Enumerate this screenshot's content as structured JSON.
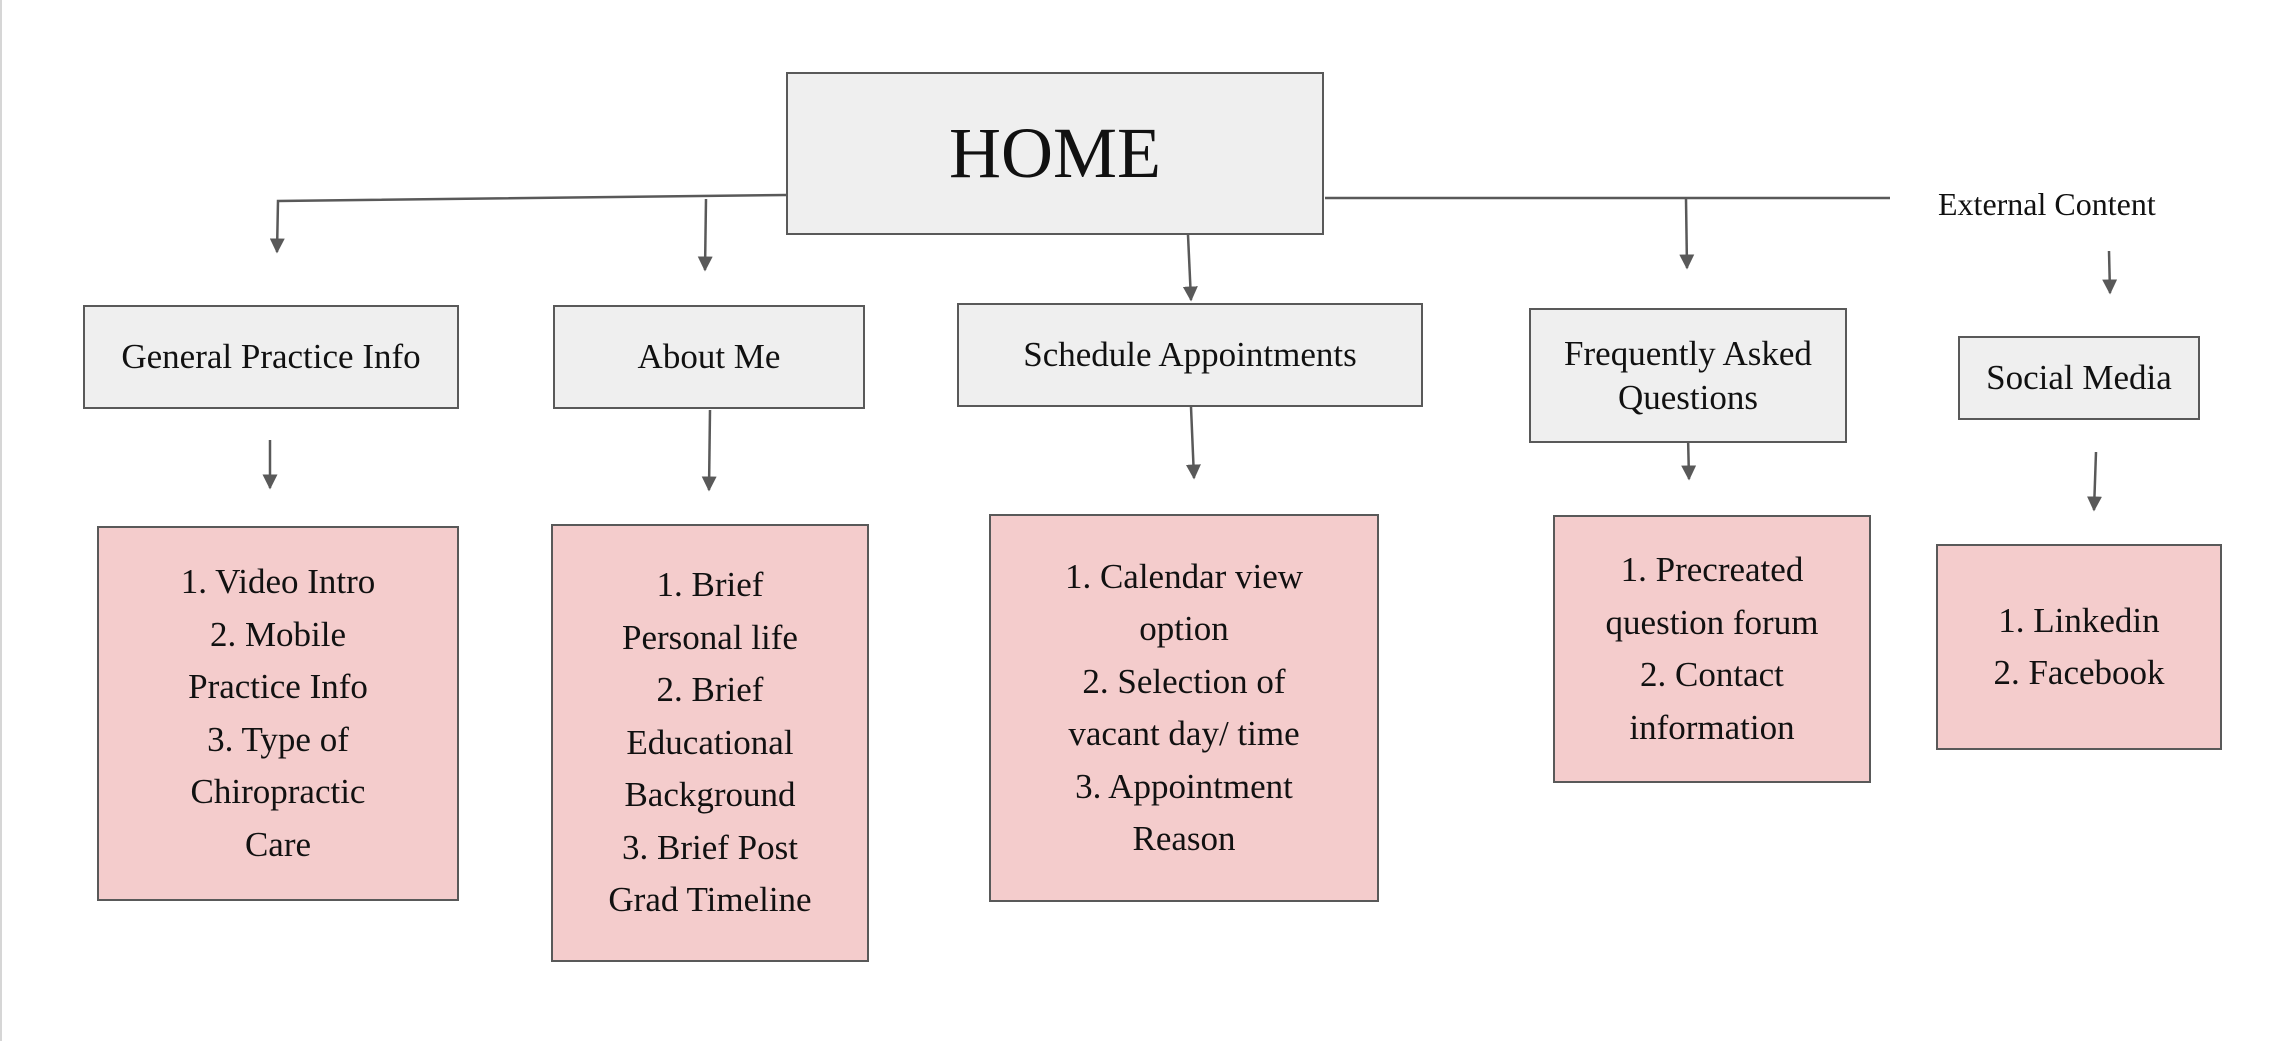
{
  "home": {
    "label": "HOME"
  },
  "external_label": "External Content",
  "categories": [
    {
      "title": "General Practice Info",
      "items": [
        "1. Video Intro",
        "2. Mobile",
        "Practice Info",
        "3. Type of",
        "Chiropractic",
        "Care"
      ]
    },
    {
      "title": "About Me",
      "items": [
        "1. Brief",
        "Personal life",
        "2. Brief",
        "Educational",
        "Background",
        "3. Brief Post",
        "Grad Timeline"
      ]
    },
    {
      "title": "Schedule Appointments",
      "items": [
        "1. Calendar view",
        "option",
        "2. Selection of",
        "vacant day/ time",
        "3. Appointment",
        "Reason"
      ]
    },
    {
      "title_lines": [
        "Frequently Asked",
        "Questions"
      ],
      "items": [
        "1. Precreated",
        "question forum",
        "2. Contact",
        "information"
      ]
    },
    {
      "title": "Social Media",
      "items": [
        "1. Linkedin",
        "2. Facebook"
      ]
    }
  ],
  "colors": {
    "box_gray": "#efefef",
    "box_pink": "#f4cccc",
    "border": "#595959",
    "connector": "#595959"
  }
}
